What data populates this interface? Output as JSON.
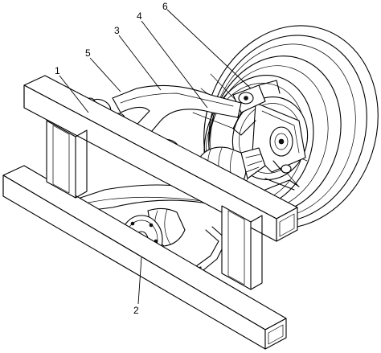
{
  "figure": {
    "labels": [
      {
        "id": "1",
        "text": "1"
      },
      {
        "id": "2",
        "text": "2"
      },
      {
        "id": "3",
        "text": "3"
      },
      {
        "id": "4",
        "text": "4"
      },
      {
        "id": "5",
        "text": "5"
      },
      {
        "id": "6",
        "text": "6"
      }
    ],
    "line_color": "#000000",
    "background": "#ffffff"
  }
}
